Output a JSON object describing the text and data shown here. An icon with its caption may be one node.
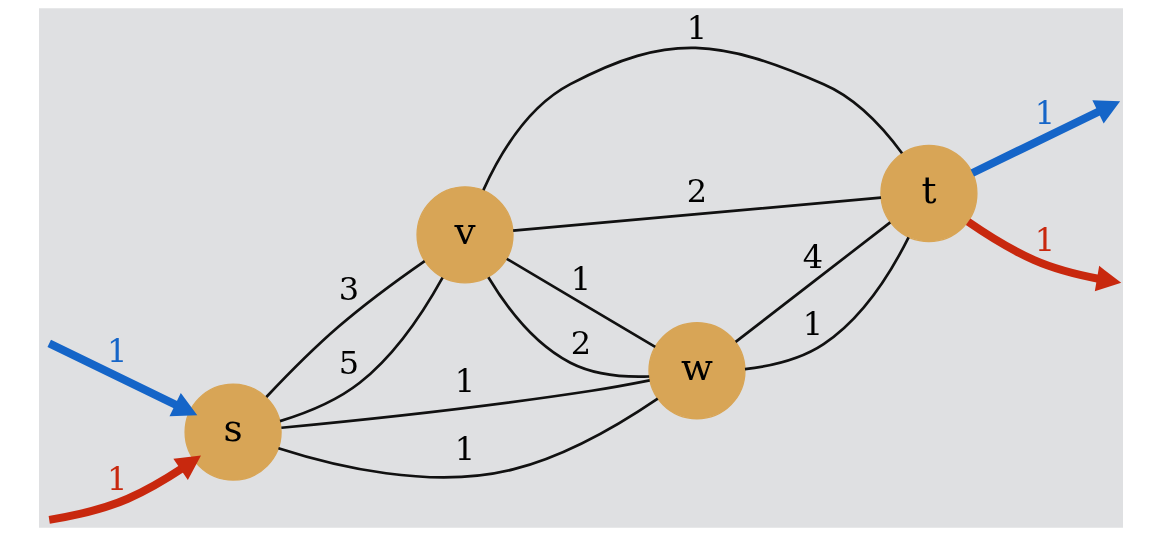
{
  "diagram": {
    "nodes": [
      {
        "text": [
          "s"
        ]
      },
      {
        "text": [
          "v"
        ]
      },
      {
        "text": [
          "w"
        ]
      },
      {
        "text": [
          "t"
        ]
      }
    ],
    "edges": [
      {
        "from": null,
        "to": 0,
        "arrow": "to",
        "label": "1",
        "style": "thick",
        "color": "#c8280e"
      },
      {
        "from": null,
        "to": 0,
        "arrow": "to",
        "label": "1",
        "style": "thick",
        "color": "#1565c8"
      },
      {
        "from": 0,
        "to": 1,
        "arrow": "none",
        "label": "3"
      },
      {
        "from": 0,
        "to": 1,
        "arrow": "none",
        "label": "5"
      },
      {
        "from": 0,
        "to": 2,
        "arrow": "none",
        "label": "1"
      },
      {
        "from": 0,
        "to": 2,
        "arrow": "none",
        "label": "1"
      },
      {
        "from": 1,
        "to": 2,
        "arrow": "none",
        "label": "1"
      },
      {
        "from": 1,
        "to": 2,
        "arrow": "none",
        "label": "2"
      },
      {
        "from": 1,
        "to": 3,
        "arrow": "none",
        "label": "1"
      },
      {
        "from": 1,
        "to": 3,
        "arrow": "none",
        "label": "2"
      },
      {
        "from": 2,
        "to": 3,
        "arrow": "none",
        "label": "4"
      },
      {
        "from": 2,
        "to": 3,
        "arrow": "none",
        "label": "1"
      },
      {
        "from": 3,
        "to": null,
        "arrow": "to",
        "label": "1",
        "style": "thick",
        "color": "#c8280e"
      },
      {
        "from": 3,
        "to": null,
        "arrow": "to",
        "label": "1",
        "style": "thick",
        "color": "#1565c8"
      }
    ]
  }
}
